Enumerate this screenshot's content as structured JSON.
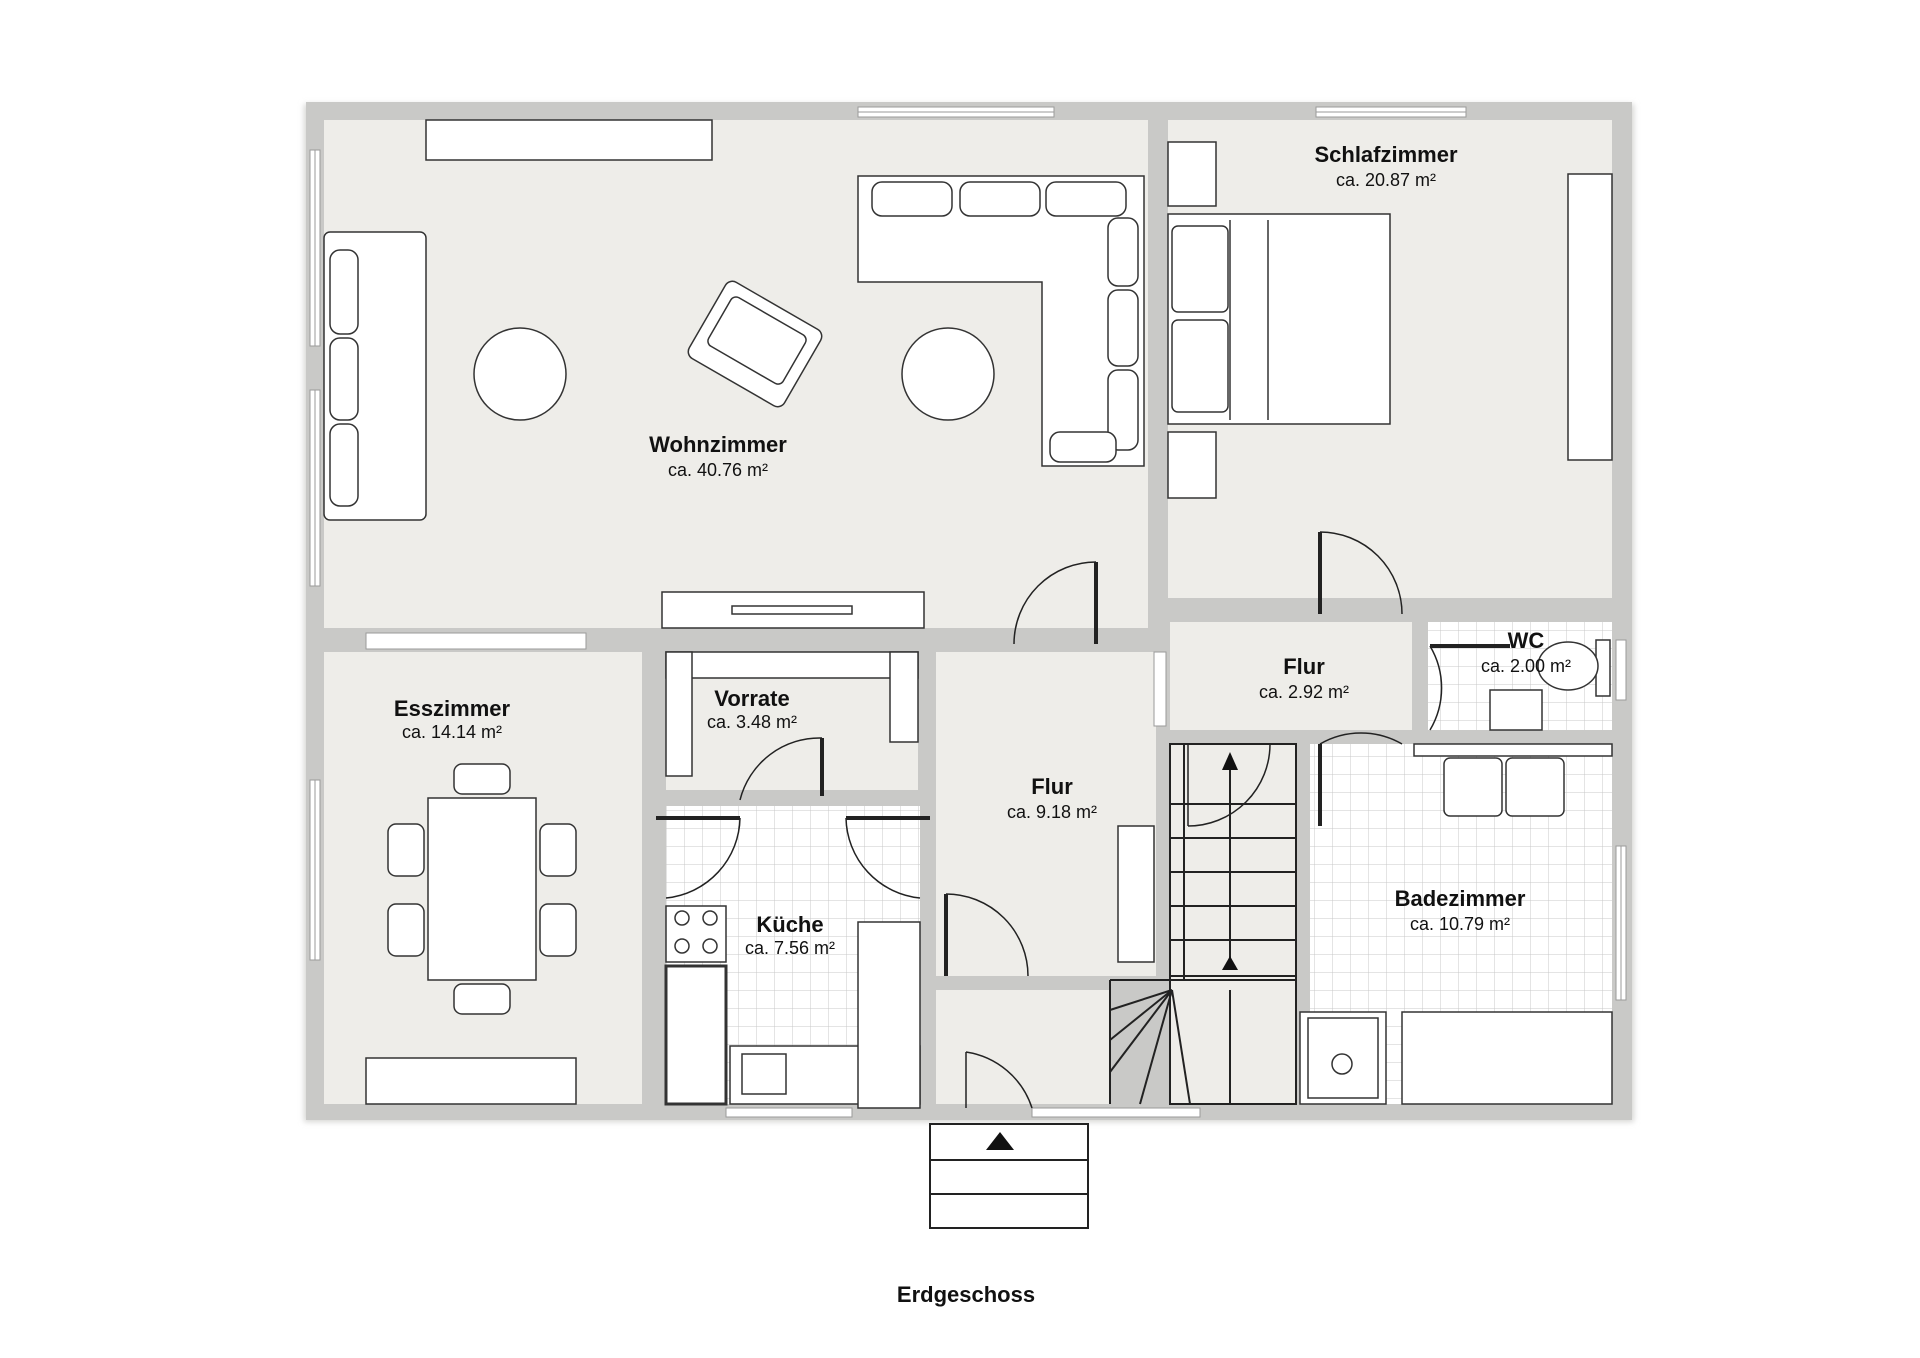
{
  "plan_title": "Erdgeschoss",
  "colors": {
    "wall": "#c9c9c7",
    "floor": "#eeede9",
    "tile_line": "#c8c8c8",
    "line": "#222222"
  },
  "rooms": {
    "wohnzimmer": {
      "name": "Wohnzimmer",
      "area": "ca. 40.76 m²"
    },
    "schlafzimmer": {
      "name": "Schlafzimmer",
      "area": "ca. 20.87 m²"
    },
    "esszimmer": {
      "name": "Esszimmer",
      "area": "ca. 14.14 m²"
    },
    "vorrate": {
      "name": "Vorrate",
      "area": "ca. 3.48 m²"
    },
    "kueche": {
      "name": "Küche",
      "area": "ca. 7.56 m²"
    },
    "flur_main": {
      "name": "Flur",
      "area": "ca. 9.18 m²"
    },
    "flur_small": {
      "name": "Flur",
      "area": "ca. 2.92 m²"
    },
    "wc": {
      "name": "WC",
      "area": "ca. 2.00 m²"
    },
    "badezimmer": {
      "name": "Badezimmer",
      "area": "ca. 10.79 m²"
    }
  }
}
